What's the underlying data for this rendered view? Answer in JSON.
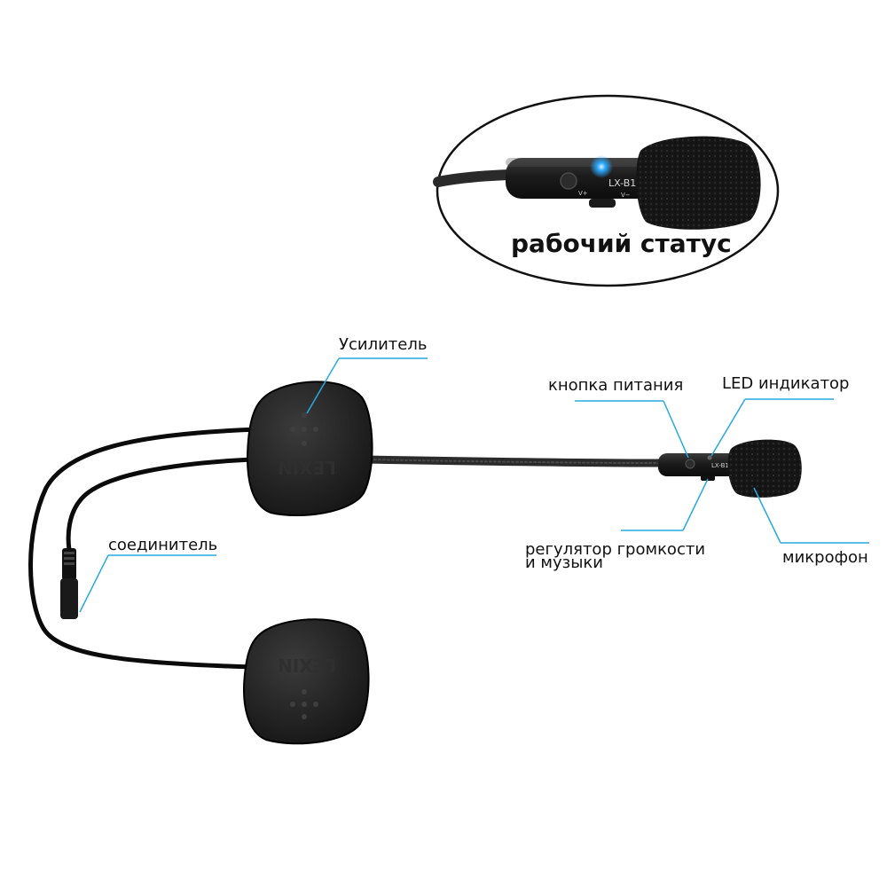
{
  "callout": {
    "status_label": "рабочий статус",
    "model_text": "LX-B1",
    "vplus_text": "V+",
    "vminus_text": "V−"
  },
  "labels": {
    "amplifier": "Усилитель",
    "power_button": "кнопка питания",
    "led_indicator": "LED индикатор",
    "connector": "соединитель",
    "volume_control": "регулятор громкости и музыки",
    "microphone": "микрофон"
  },
  "product": {
    "speaker_brand": "LEXIN",
    "mic_model_text": "LX-B1"
  },
  "colors": {
    "callout_line": "#29a9e1",
    "led_glow": "#2aa8ff",
    "device_body": "#1b1b1b"
  }
}
